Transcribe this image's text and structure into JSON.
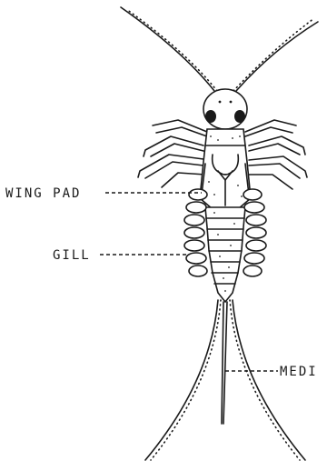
{
  "labels": {
    "wing_pad": "WING PAD",
    "gill": "GILL",
    "medial": "MEDI"
  },
  "colors": {
    "ink": "#1a1a1a",
    "background": "#ffffff"
  }
}
